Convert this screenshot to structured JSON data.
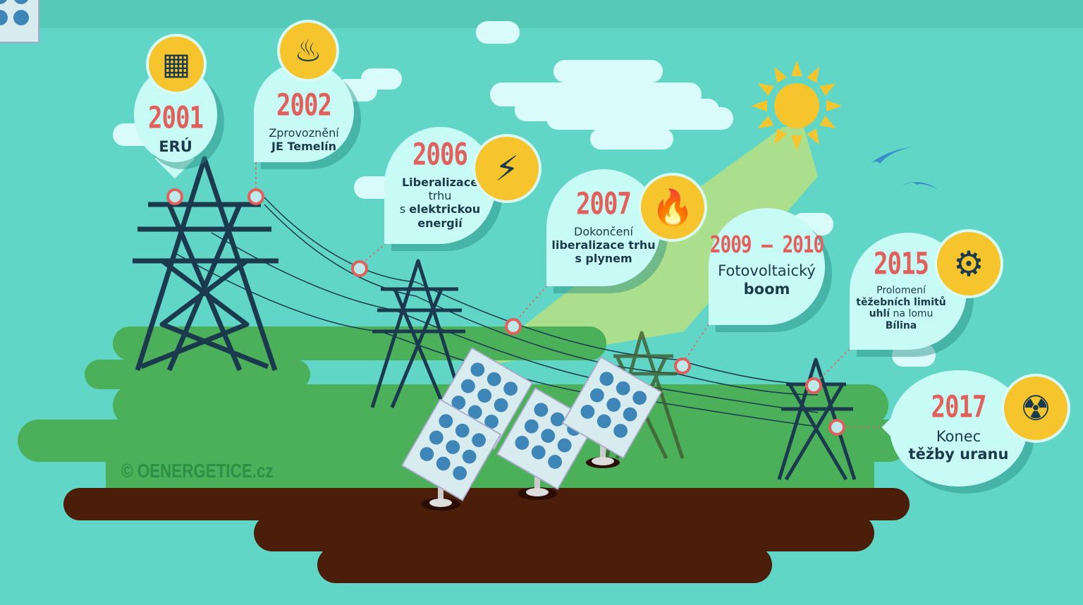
{
  "events": [
    {
      "year": "2001",
      "lines": [
        [
          {
            "t": "ERÚ",
            "b": true
          }
        ]
      ],
      "icon": "building-icon"
    },
    {
      "year": "2002",
      "lines": [
        [
          {
            "t": "Zprovoznění",
            "b": false
          }
        ],
        [
          {
            "t": "JE Temelín",
            "b": true
          }
        ]
      ],
      "icon": "nuclear-plant-icon"
    },
    {
      "year": "2006",
      "lines": [
        [
          {
            "t": "Liberalizace",
            "b": true
          }
        ],
        [
          {
            "t": "trhu",
            "b": false
          }
        ],
        [
          {
            "t": "s ",
            "b": false
          },
          {
            "t": "elektrickou",
            "b": true
          }
        ],
        [
          {
            "t": "energií",
            "b": true
          }
        ]
      ],
      "icon": "lightning-icon"
    },
    {
      "year": "2007",
      "lines": [
        [
          {
            "t": "Dokončení",
            "b": false
          }
        ],
        [
          {
            "t": "liberalizace trhu",
            "b": true
          }
        ],
        [
          {
            "t": "s plynem",
            "b": true
          }
        ]
      ],
      "icon": "flame-icon"
    },
    {
      "year": "2009 – 2010",
      "lines": [
        [
          {
            "t": "Fotovoltaický",
            "b": false
          }
        ],
        [
          {
            "t": "boom",
            "b": true
          }
        ]
      ],
      "icon": "sun-icon"
    },
    {
      "year": "2015",
      "lines": [
        [
          {
            "t": "Prolomení",
            "b": false
          }
        ],
        [
          {
            "t": "těžebních limitů",
            "b": true
          }
        ],
        [
          {
            "t": "uhlí",
            "b": true
          },
          {
            "t": " na lomu",
            "b": false
          }
        ],
        [
          {
            "t": "Bílina",
            "b": true
          }
        ]
      ],
      "icon": "excavator-icon"
    },
    {
      "year": "2017",
      "lines": [
        [
          {
            "t": "Konec",
            "b": false
          }
        ],
        [
          {
            "t": "těžby uranu",
            "b": true
          }
        ]
      ],
      "icon": "radiation-icon"
    }
  ],
  "copyright": "© OENERGETICE.cz",
  "colors": {
    "background": "#62d6c6",
    "grass": "#4caf5a",
    "soil": "#4a1e08",
    "accent": "#e0605c",
    "yellow": "#f6c52d",
    "bubble": "#c8fbf5"
  }
}
